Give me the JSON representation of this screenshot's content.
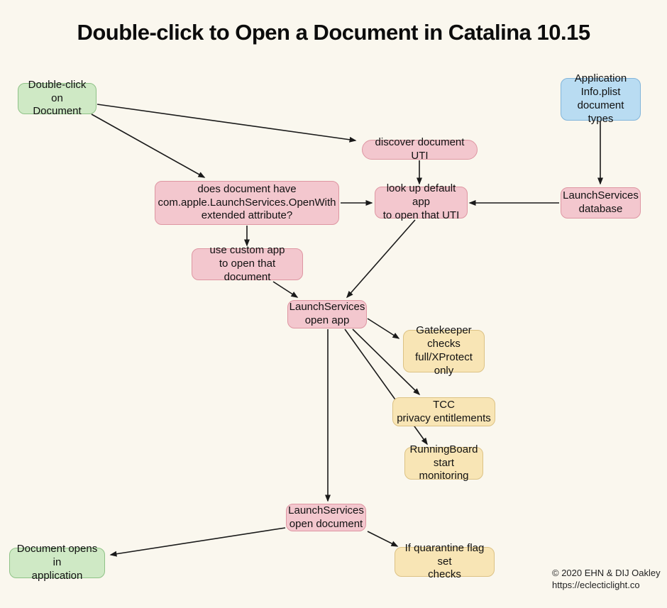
{
  "title": "Double-click to Open a Document in Catalina 10.15",
  "palette": {
    "background": "#faf7ee",
    "green_fill": "#cfe9c5",
    "blue_fill": "#b9dcf2",
    "pink_fill": "#f3c7ce",
    "yellow_fill": "#f8e5b5",
    "arrow": "#1a1a1a"
  },
  "nodes": {
    "double_click": {
      "label": "Double-click on\nDocument",
      "type": "green"
    },
    "info_plist": {
      "label": "Application\nInfo.plist\ndocument types",
      "type": "blue"
    },
    "discover_uti": {
      "label": "discover document UTI",
      "type": "pink"
    },
    "openwith_attr": {
      "label": "does document have\ncom.apple.LaunchServices.OpenWith\nextended attribute?",
      "type": "pink"
    },
    "lookup_default": {
      "label": "look up default app\nto open that UTI",
      "type": "pink"
    },
    "ls_database": {
      "label": "LaunchServices\ndatabase",
      "type": "pink"
    },
    "custom_app": {
      "label": "use custom app\nto open that document",
      "type": "pink"
    },
    "ls_open_app": {
      "label": "LaunchServices\nopen app",
      "type": "pink"
    },
    "gatekeeper": {
      "label": "Gatekeeper\nchecks\nfull/XProtect only",
      "type": "yellow"
    },
    "tcc": {
      "label": "TCC\nprivacy entitlements",
      "type": "yellow"
    },
    "runningboard": {
      "label": "RunningBoard\nstart monitoring",
      "type": "yellow"
    },
    "ls_open_doc": {
      "label": "LaunchServices\nopen document",
      "type": "pink"
    },
    "doc_opens": {
      "label": "Document opens in\napplication",
      "type": "green"
    },
    "quarantine": {
      "label": "If quarantine flag set\nchecks",
      "type": "yellow"
    }
  },
  "edges": [
    {
      "from": "double_click",
      "to": "discover_uti"
    },
    {
      "from": "double_click",
      "to": "openwith_attr"
    },
    {
      "from": "info_plist",
      "to": "ls_database"
    },
    {
      "from": "discover_uti",
      "to": "lookup_default"
    },
    {
      "from": "ls_database",
      "to": "lookup_default"
    },
    {
      "from": "openwith_attr",
      "to": "lookup_default"
    },
    {
      "from": "openwith_attr",
      "to": "custom_app"
    },
    {
      "from": "custom_app",
      "to": "ls_open_app"
    },
    {
      "from": "lookup_default",
      "to": "ls_open_app"
    },
    {
      "from": "ls_open_app",
      "to": "gatekeeper"
    },
    {
      "from": "ls_open_app",
      "to": "tcc"
    },
    {
      "from": "ls_open_app",
      "to": "runningboard"
    },
    {
      "from": "ls_open_app",
      "to": "ls_open_doc"
    },
    {
      "from": "ls_open_doc",
      "to": "doc_opens"
    },
    {
      "from": "ls_open_doc",
      "to": "quarantine"
    }
  ],
  "footer": {
    "copyright": "© 2020 EHN & DIJ Oakley",
    "url": "https://eclecticlight.co"
  }
}
